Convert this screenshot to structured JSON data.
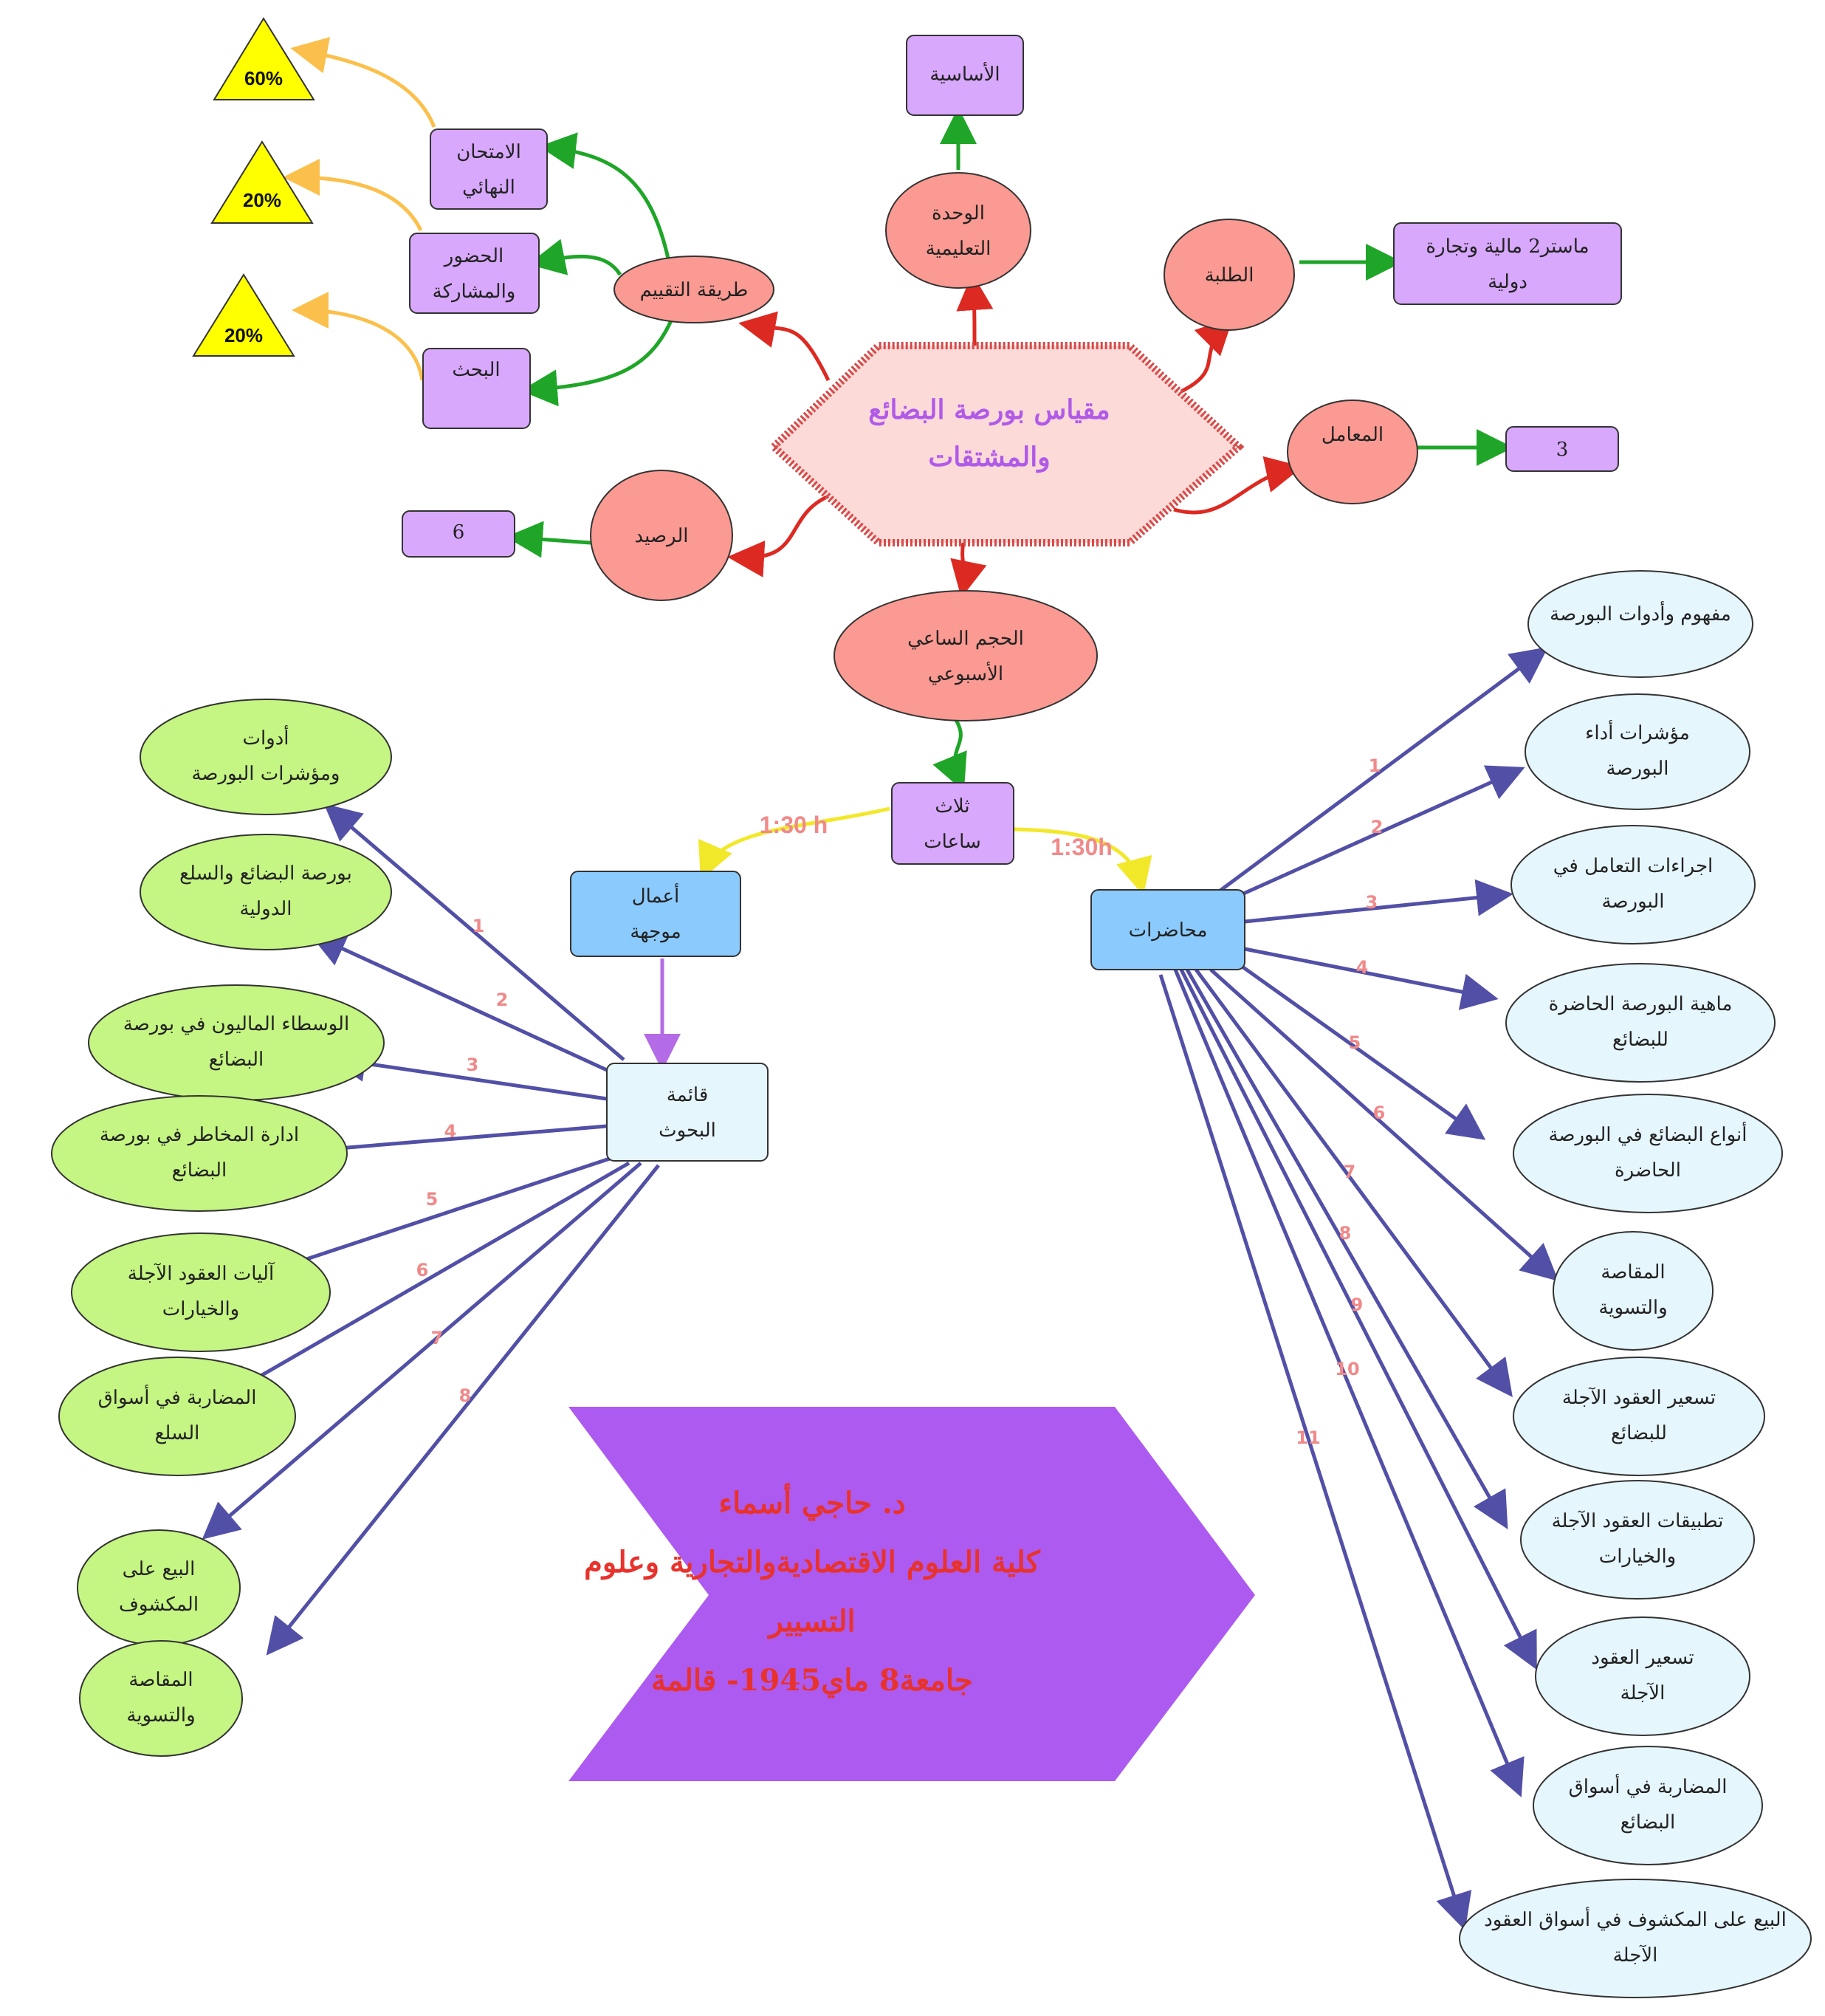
{
  "center": {
    "lines": [
      "مقياس بورصة البضائع",
      "والمشتقات"
    ]
  },
  "branches": {
    "unit": {
      "lines": [
        "الوحدة",
        "التعليمية"
      ]
    },
    "unit_value": {
      "lines": [
        "الأساسية"
      ]
    },
    "students": {
      "lines": [
        "الطلبة"
      ]
    },
    "students_value": {
      "lines": [
        "ماستر2  مالية وتجارة",
        "دولية"
      ]
    },
    "coef": {
      "lines": [
        "المعامل"
      ]
    },
    "coef_value": {
      "lines": [
        "3"
      ]
    },
    "credit": {
      "lines": [
        "الرصيد"
      ]
    },
    "credit_value": {
      "lines": [
        "6"
      ]
    },
    "eval": {
      "lines": [
        "طريقة التقييم"
      ]
    },
    "hours": {
      "lines": [
        "الحجم الساعي",
        "الأسبوعي"
      ]
    }
  },
  "evaluation": [
    {
      "lines": [
        "الامتحان",
        "النهائي"
      ],
      "percent": "60%"
    },
    {
      "lines": [
        "الحضور",
        "والمشاركة"
      ],
      "percent": "20%"
    },
    {
      "lines": [
        "البحث"
      ],
      "percent": "20%"
    }
  ],
  "three_hours": {
    "lines": [
      "ثلاث",
      "ساعات"
    ]
  },
  "time_split": {
    "tutorials": "1:30 h",
    "lectures": "1:30h"
  },
  "tutorials": {
    "lines": [
      "أعمال",
      "موجهة"
    ]
  },
  "research_list": {
    "lines": [
      "قائمة",
      "البحوث"
    ]
  },
  "lectures": {
    "lines": [
      "محاضرات"
    ]
  },
  "research_topics": [
    {
      "n": "1",
      "lines": [
        "أدوات",
        "ومؤشرات البورصة"
      ]
    },
    {
      "n": "2",
      "lines": [
        "بورصة البضائع والسلع",
        "الدولية"
      ]
    },
    {
      "n": "3",
      "lines": [
        "الوسطاء الماليون في بورصة",
        "البضائع"
      ]
    },
    {
      "n": "4",
      "lines": [
        "ادارة المخاطر في بورصة",
        "البضائع"
      ]
    },
    {
      "n": "5",
      "lines": [
        "آليات العقود الآجلة",
        "والخيارات"
      ]
    },
    {
      "n": "6",
      "lines": [
        "المضاربة في أسواق",
        "السلع"
      ]
    },
    {
      "n": "7",
      "lines": [
        "البيع على",
        "المكشوف"
      ]
    },
    {
      "n": "8",
      "lines": [
        "المقاصة",
        "والتسوية"
      ]
    }
  ],
  "lecture_topics": [
    {
      "n": "1",
      "lines": [
        "مفهوم وأدوات البورصة"
      ]
    },
    {
      "n": "2",
      "lines": [
        "مؤشرات أداء",
        "البورصة"
      ]
    },
    {
      "n": "3",
      "lines": [
        "اجراءات التعامل في",
        "البورصة"
      ]
    },
    {
      "n": "4",
      "lines": [
        "ماهية البورصة الحاضرة",
        "للبضائع"
      ]
    },
    {
      "n": "5",
      "lines": [
        "أنواع البضائع في البورصة",
        "الحاضرة"
      ]
    },
    {
      "n": "6",
      "lines": [
        "المقاصة",
        "والتسوية"
      ]
    },
    {
      "n": "7",
      "lines": [
        "تسعير العقود الآجلة",
        "للبضائع"
      ]
    },
    {
      "n": "8",
      "lines": [
        "تطبيقات العقود الآجلة",
        "والخيارات"
      ]
    },
    {
      "n": "9",
      "lines": [
        "تسعير العقود",
        "الآجلة"
      ]
    },
    {
      "n": "10",
      "lines": [
        "المضاربة في أسواق",
        "البضائع"
      ]
    },
    {
      "n": "11",
      "lines": [
        "البيع على المكشوف في أسواق العقود",
        "الآجلة"
      ]
    }
  ],
  "footer": {
    "lines": [
      "د. حاجي أسماء",
      "كلية العلوم الاقتصاديةوالتجارية وعلوم",
      "التسيير",
      "جامعة8 ماي1945- قالمة"
    ]
  },
  "colors": {
    "salmon": "#fa9a92",
    "lilac": "#d8a8fc",
    "yellow": "#ffff00",
    "lightgreen": "#c5f582",
    "paleblue": "#e6f6fd",
    "skyblue": "#8bcafc",
    "purple": "#ad5af0",
    "pink": "#fcdad8",
    "red_edge": "#dc2a22",
    "green_edge": "#1fa628",
    "orange_edge": "#fbc04c",
    "gold_edge": "#f2e82a",
    "violet_edge": "#b46ce6",
    "indigo_edge": "#5250a6"
  }
}
